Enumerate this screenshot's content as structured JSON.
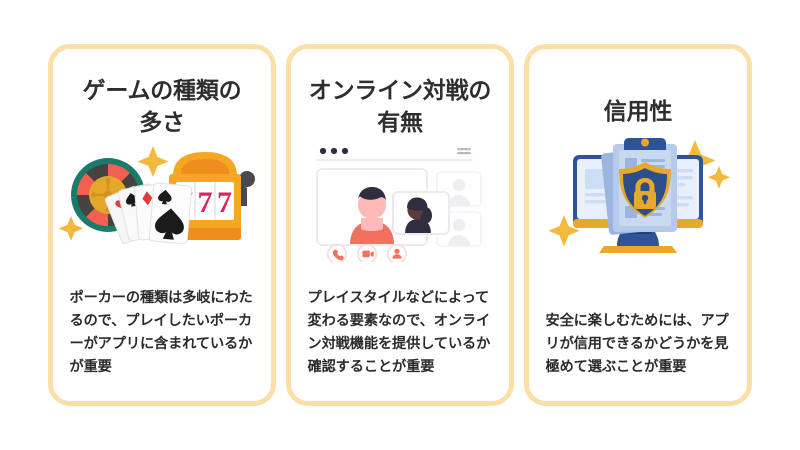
{
  "page": {
    "background_color": "#ffffff",
    "card_border_color": "#fadfa8",
    "card_background": "#ffffff",
    "title_color": "#2e2e2e",
    "body_color": "#2b2b2b"
  },
  "cards": [
    {
      "id": "game-variety",
      "title": "ゲームの種類の\n多さ",
      "body": "ポーカーの種類は多岐にわたるので、プレイしたいポーカーがアプリに含まれているかが重要",
      "illustration": {
        "name": "casino-games-illustration",
        "elements": [
          "roulette-wheel",
          "playing-cards",
          "slot-machine",
          "sparkle"
        ],
        "colors": {
          "roulette_rim": "#1c7a6b",
          "roulette_red": "#f4604f",
          "roulette_dark": "#46423f",
          "roulette_gold": "#e3a82a",
          "slot_body": "#f5a623",
          "slot_body_dark": "#ef8e1d",
          "seven_pink": "#e0245e",
          "card_white": "#fdfdfd",
          "suit_black": "#1b1b1b",
          "suit_red": "#e33c3c",
          "sparkle_gold": "#f3b93c"
        }
      }
    },
    {
      "id": "online-match",
      "title": "オンライン対戦の\n有無",
      "body": "プレイスタイルなどによって変わる要素なので、オンライン対戦機能を提供しているか確認することが重要",
      "illustration": {
        "name": "video-call-illustration",
        "elements": [
          "browser-window",
          "window-dots",
          "participant-main",
          "participant-overlay",
          "participant-ghost",
          "call-button",
          "video-button",
          "add-person-button"
        ],
        "colors": {
          "frame_line": "#e6e6ed",
          "dot_navy": "#2f2e41",
          "skin": "#ffb9b9",
          "hair_navy": "#2f2e41",
          "shirt_coral": "#f2705f",
          "ghost_gray": "#e8e8ee",
          "button_coral": "#f2705f",
          "button_ring": "#f7d9d5"
        }
      }
    },
    {
      "id": "trustworthiness",
      "title": "信用性",
      "body": "安全に楽しむためには、アプリが信用できるかどうかを見極めて選ぶことが重要",
      "illustration": {
        "name": "security-monitor-illustration",
        "elements": [
          "desktop-monitor",
          "clipboard-document",
          "shield-icon",
          "padlock-icon",
          "sparkle"
        ],
        "colors": {
          "monitor_blue": "#2d5496",
          "monitor_light": "#dbe5f5",
          "monitor_mid": "#9ab6e0",
          "screen_pale": "#eaf0fb",
          "gold": "#e8a82b",
          "gold_dark": "#d5941c",
          "shield_navy": "#2c4f8c",
          "clipboard_blue": "#b6cbe9",
          "sparkle_gold": "#f3b93c"
        }
      }
    }
  ]
}
